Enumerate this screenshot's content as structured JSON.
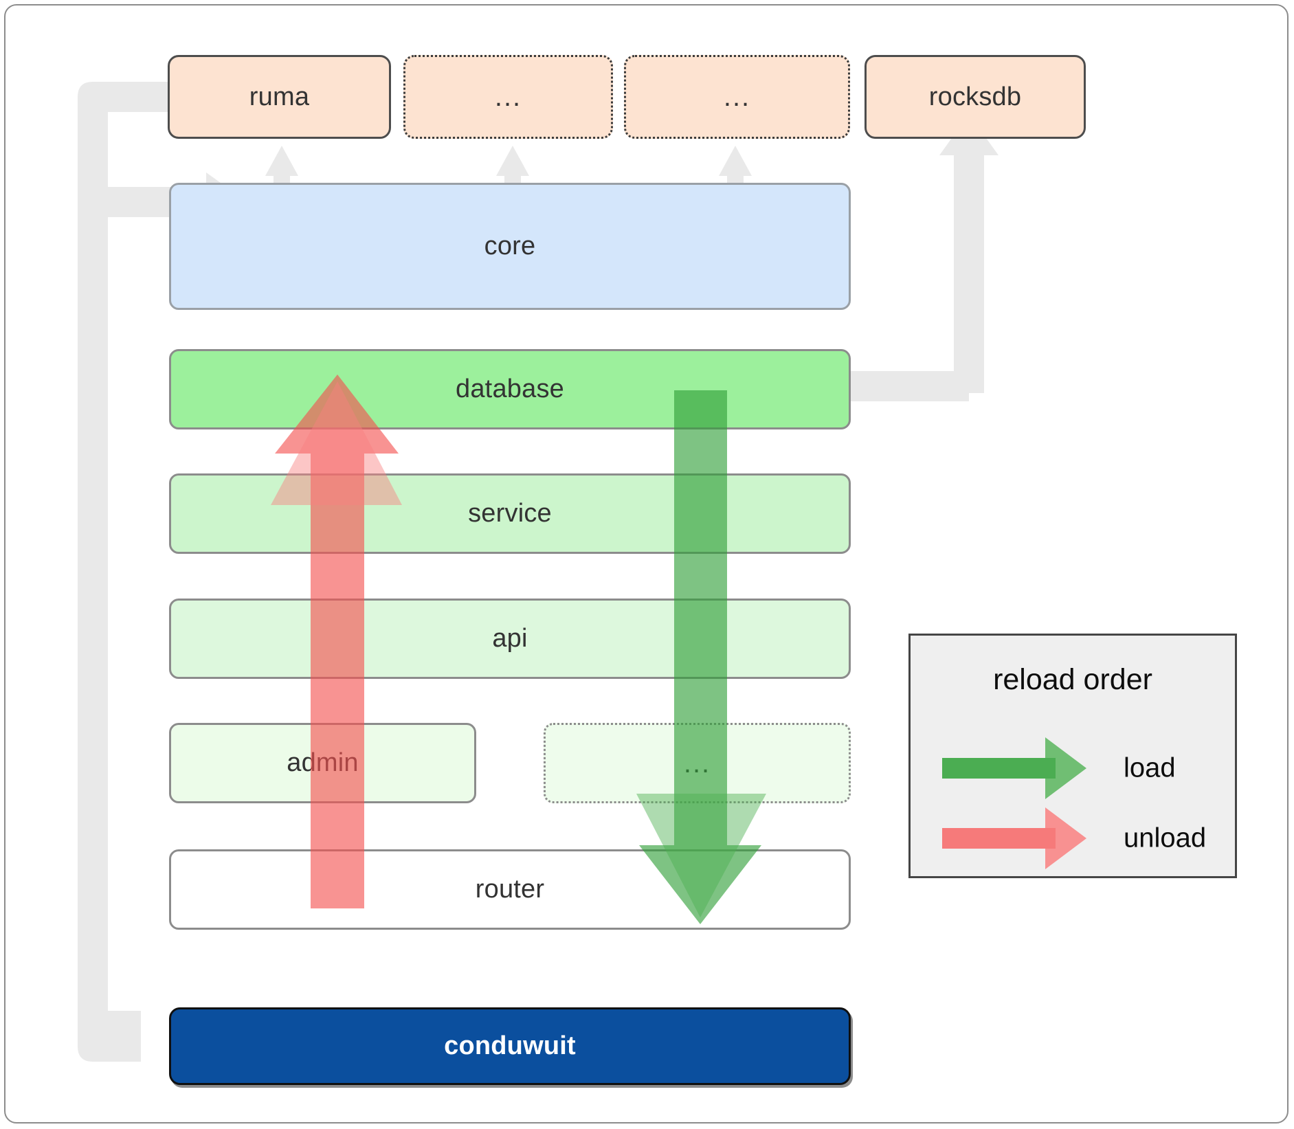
{
  "diagram": {
    "title": "conduwuit crate dependency / reload order",
    "colors": {
      "dependency_fill": "#fde3d1",
      "core_fill": "#d4e6fb",
      "database_fill": "#9cf09c",
      "service_fill": "#ccf5cc",
      "api_fill": "#ddf8dd",
      "admin_fill": "#ecfce9",
      "router_fill": "#ffffff",
      "conduwuit_fill": "#0b4f9e",
      "load_arrow": "#4caf50",
      "unload_arrow": "#f98080",
      "connector": "#e8e8e8",
      "legend_bg": "#efefef"
    },
    "dependencies": [
      {
        "label": "ruma",
        "style": "solid"
      },
      {
        "label": "...",
        "style": "dotted"
      },
      {
        "label": "...",
        "style": "dotted"
      },
      {
        "label": "rocksdb",
        "style": "solid"
      }
    ],
    "layers": [
      {
        "label": "core",
        "style": "solid"
      },
      {
        "label": "database",
        "style": "solid"
      },
      {
        "label": "service",
        "style": "solid"
      },
      {
        "label": "api",
        "style": "solid"
      }
    ],
    "split_row": [
      {
        "label": "admin",
        "style": "solid"
      },
      {
        "label": "...",
        "style": "dotted"
      }
    ],
    "router": {
      "label": "router",
      "style": "solid"
    },
    "binary": {
      "label": "conduwuit"
    }
  },
  "legend": {
    "title": "reload order",
    "items": [
      {
        "label": "load",
        "color": "#4caf50"
      },
      {
        "label": "unload",
        "color": "#f98080"
      }
    ]
  }
}
